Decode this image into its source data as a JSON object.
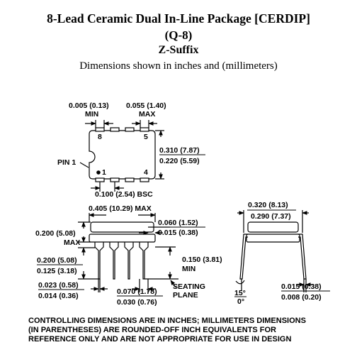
{
  "header": {
    "title": "8-Lead Ceramic Dual In-Line Package [CERDIP]",
    "package_code": "(Q-8)",
    "suffix": "Z-Suffix",
    "dimension_note": "Dimensions shown in inches and (millimeters)"
  },
  "top_view": {
    "pin8": "8",
    "pin5": "5",
    "pin1": "1",
    "pin4": "4",
    "pin1_label": "PIN 1",
    "dim_0005_val": "0.005 (0.13)",
    "dim_0005_sub": "MIN",
    "dim_0055_val": "0.055 (1.40)",
    "dim_0055_sub": "MAX",
    "width_max": "0.310 (7.87)",
    "width_min": "0.220 (5.59)",
    "pitch": "0.100 (2.54) BSC"
  },
  "side_view": {
    "length_max": "0.405 (10.29) MAX",
    "dim_0060": "0.060 (1.52)",
    "dim_0015": "0.015 (0.38)",
    "height_max_val": "0.200 (5.08)",
    "height_max_sub": "MAX",
    "lead_len_max": "0.200 (5.08)",
    "lead_len_min": "0.125 (3.18)",
    "seat_val": "0.150 (3.81)",
    "seat_sub": "MIN",
    "lead_w_max": "0.023 (0.58)",
    "lead_w_min": "0.014 (0.36)",
    "shoulder_max": "0.070 (1.78)",
    "shoulder_min": "0.030 (0.76)",
    "seating_1": "SEATING",
    "seating_2": "PLANE"
  },
  "end_view": {
    "span_max": "0.320 (8.13)",
    "span_min": "0.290 (7.37)",
    "angle_max": "15°",
    "angle_min": "0°",
    "thick_max": "0.015 (0.38)",
    "thick_min": "0.008 (0.20)"
  },
  "footer": {
    "line1": "CONTROLLING DIMENSIONS ARE IN INCHES; MILLIMETERS DIMENSIONS",
    "line2": "(IN PARENTHESES) ARE ROUNDED-OFF INCH EQUIVALENTS FOR",
    "line3": "REFERENCE ONLY AND ARE NOT APPROPRIATE FOR USE IN DESIGN"
  }
}
